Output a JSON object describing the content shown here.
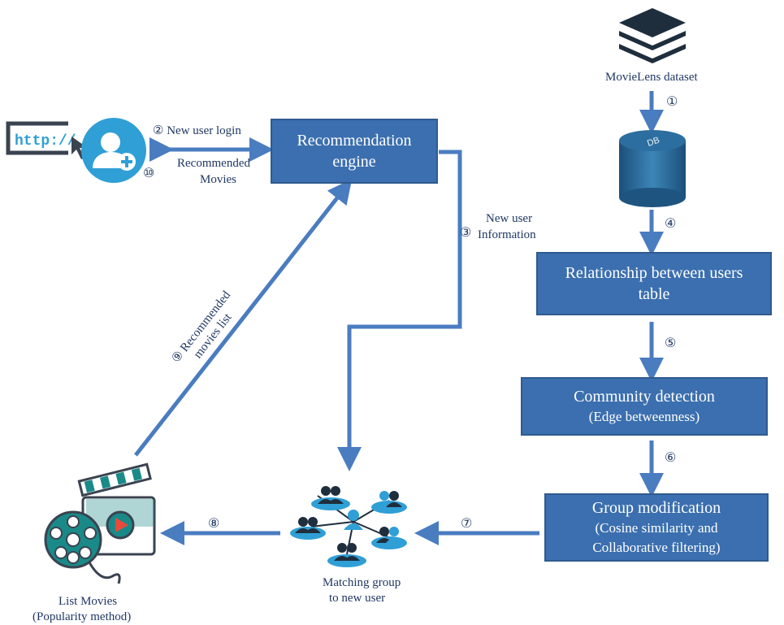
{
  "colors": {
    "box_fill": "#3b6faf",
    "arrow": "#4a7cc0",
    "icon_blue": "#2f9fd6",
    "dark": "#1f2e3d"
  },
  "icons": [
    "dataset-stack-icon",
    "database-icon",
    "new-user-icon",
    "http-link-icon",
    "user-group-icon",
    "movie-clapper-icon",
    "film-reel-icon",
    "play-icon"
  ],
  "dataset": {
    "label": "MovieLens dataset",
    "db_text": "DB"
  },
  "browser": {
    "text": "http://"
  },
  "engine": {
    "line1": "Recommendation",
    "line2": "engine"
  },
  "relationship": {
    "line1": "Relationship between users",
    "line2": "table"
  },
  "community": {
    "line1": "Community detection",
    "line2": "(Edge betweenness)"
  },
  "group_mod": {
    "line1": "Group modification",
    "line2": "(Cosine similarity and",
    "line3": "Collaborative filtering)"
  },
  "matching": {
    "line1": "Matching group",
    "line2": "to new user"
  },
  "list_movies": {
    "line1": "List Movies",
    "line2": "(Popularity method)"
  },
  "steps": {
    "s1": "①",
    "s2": "② New user login",
    "s3_num": "③",
    "s3_line1": "New user",
    "s3_line2": "Information",
    "s4": "④",
    "s5": "⑤",
    "s6": "⑥",
    "s7": "⑦",
    "s8": "⑧",
    "s9_line1": "⑨ Recommended",
    "s9_line2": "movies list",
    "s10": "⑩",
    "s10_line1": "Recommended",
    "s10_line2": "Movies"
  }
}
